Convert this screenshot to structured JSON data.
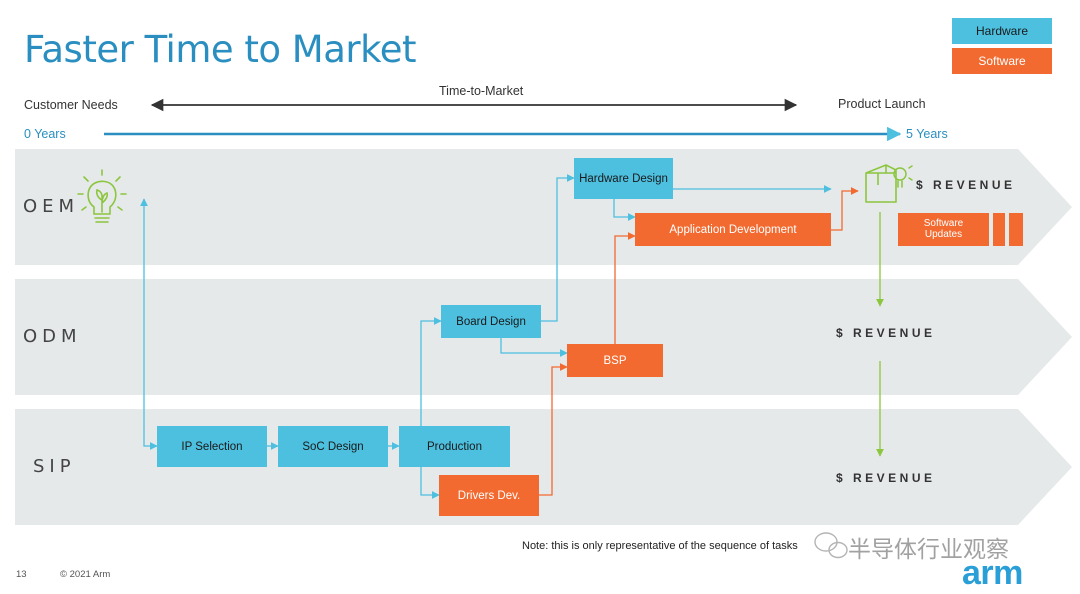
{
  "title": "Faster Time to Market",
  "legend": {
    "hardware": "Hardware",
    "software": "Software"
  },
  "timeline": {
    "left_label": "Customer Needs",
    "center_label": "Time-to-Market",
    "right_label": "Product Launch",
    "start_label": "0 Years",
    "end_label": "5 Years"
  },
  "lanes": {
    "oem": "OEM",
    "odm": "ODM",
    "sip": "SIP"
  },
  "boxes": {
    "hardware_design": "Hardware Design",
    "application_development": "Application Development",
    "software_updates": "Software Updates",
    "board_design": "Board Design",
    "bsp": "BSP",
    "ip_selection": "IP Selection",
    "soc_design": "SoC Design",
    "production": "Production",
    "drivers_dev": "Drivers Dev."
  },
  "revenue": {
    "oem": "$ REVENUE",
    "odm": "$ REVENUE",
    "sip": "$ REVENUE"
  },
  "note": "Note: this is only representative of the sequence of tasks",
  "footer": {
    "page_number": "13",
    "copyright": "© 2021 Arm"
  },
  "watermark": "半导体行业观察",
  "logo": "arm",
  "icons": [
    "lightbulb-icon",
    "package-icon",
    "bulb-small-icon",
    "wechat-icon"
  ],
  "colors": {
    "hardware": "#4dbfdf",
    "software": "#f26a30",
    "title": "#2a8fc0",
    "lane": "#e6e9ea",
    "revenue_arrow": "#8cc63f"
  }
}
